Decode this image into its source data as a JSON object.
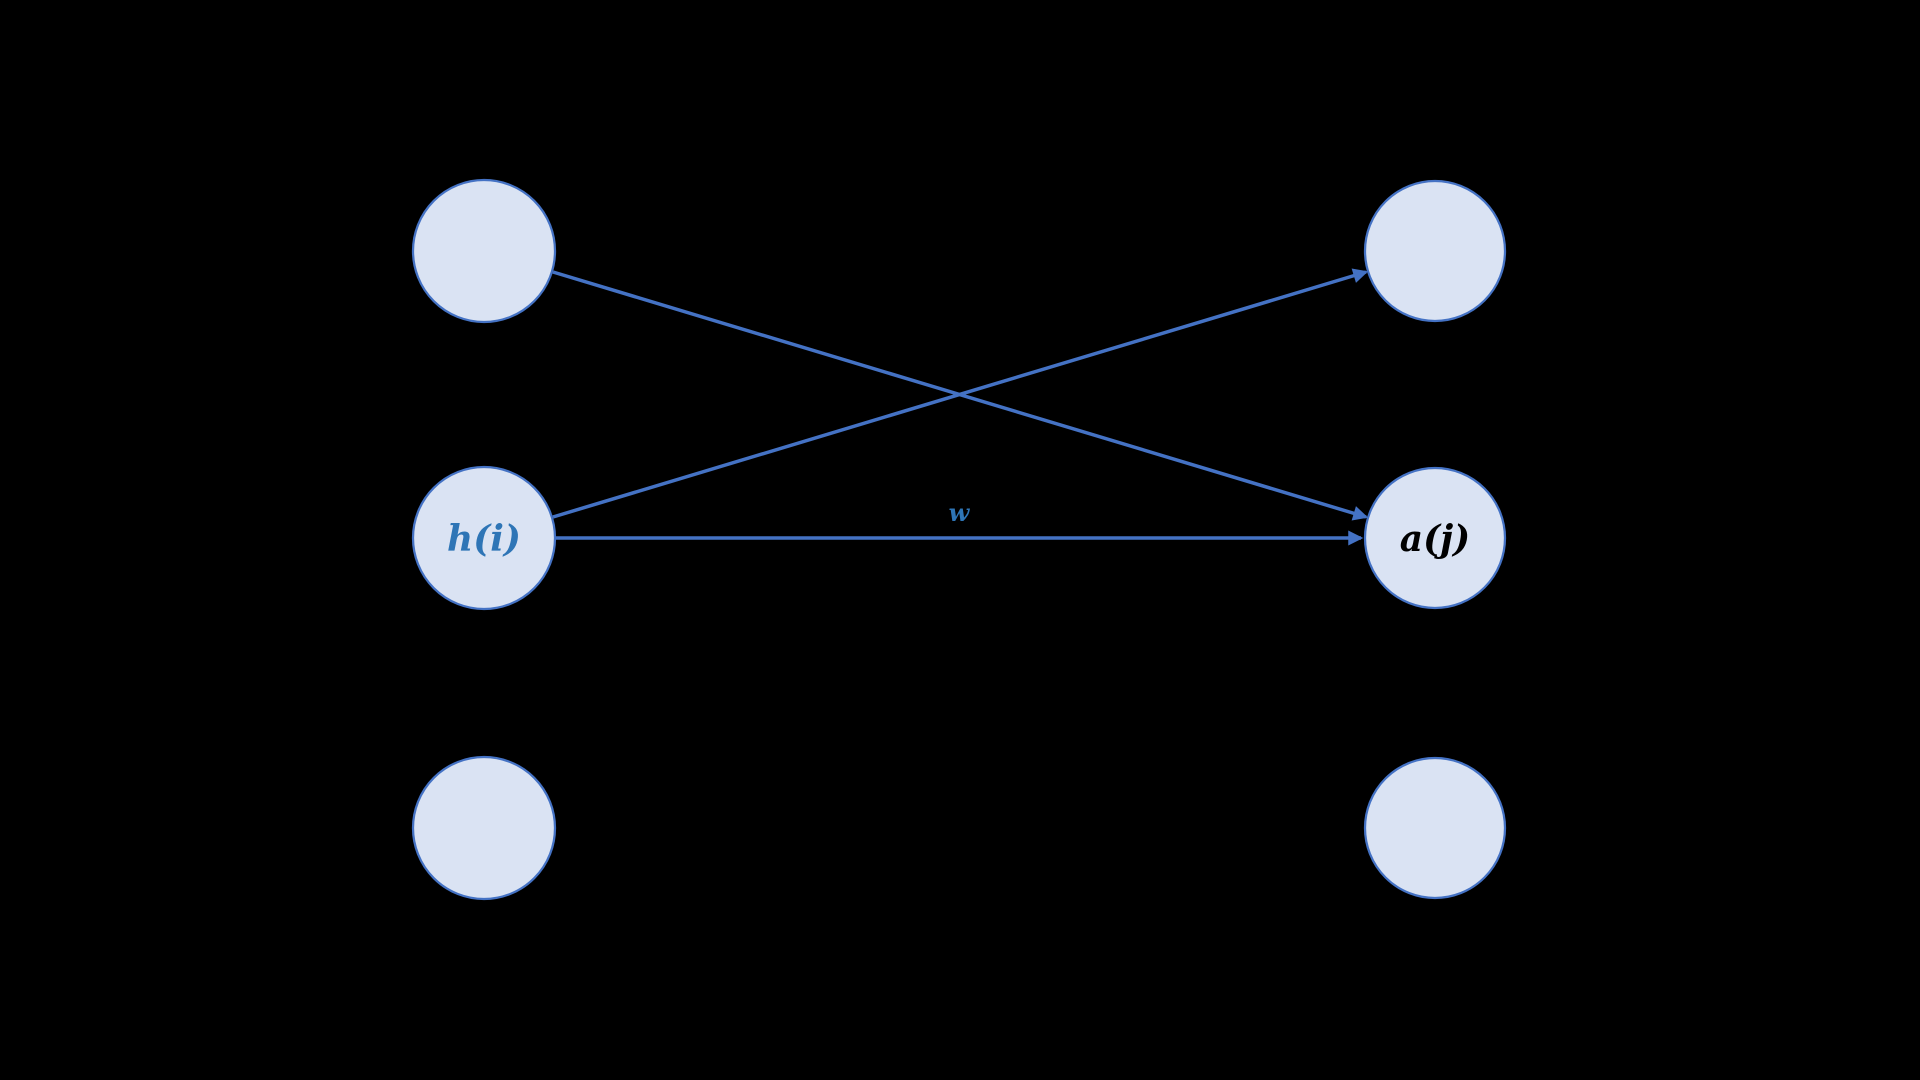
{
  "diagram": {
    "type": "network-graph",
    "background_color": "#000000",
    "node_fill_color": "#dae3f3",
    "node_stroke_color": "#4472c4",
    "edge_color": "#4472c4",
    "left_layer": {
      "nodes": [
        {
          "id": "left-top",
          "label": ""
        },
        {
          "id": "left-middle",
          "label": "h(i)",
          "label_color": "#2e75b6"
        },
        {
          "id": "left-bottom",
          "label": ""
        }
      ]
    },
    "right_layer": {
      "nodes": [
        {
          "id": "right-top",
          "label": ""
        },
        {
          "id": "right-middle",
          "label": "a(j)",
          "label_color": "#000000"
        },
        {
          "id": "right-bottom",
          "label": ""
        }
      ]
    },
    "edges": [
      {
        "from": "left-top",
        "to": "right-middle",
        "label": ""
      },
      {
        "from": "left-middle",
        "to": "right-top",
        "label": ""
      },
      {
        "from": "left-middle",
        "to": "right-middle",
        "label": "w",
        "label_color": "#2e75b6"
      }
    ]
  }
}
